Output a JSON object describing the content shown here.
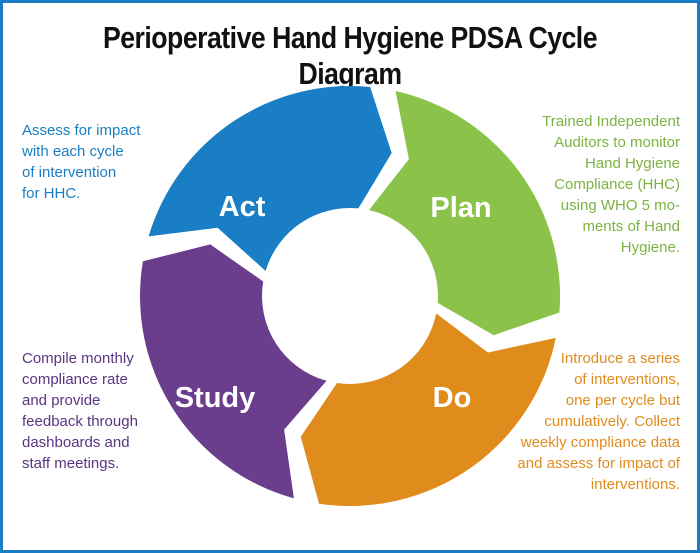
{
  "title": "Perioperative Hand Hygiene PDSA Cycle Diagram",
  "colors": {
    "border": "#1a7ec4",
    "act": "#1a7ec4",
    "plan": "#8bc34a",
    "do": "#e08c1c",
    "study": "#6a3e8c",
    "plan_text": "#7cb342",
    "study_text": "#5a3580"
  },
  "segments": {
    "act": "Act",
    "plan": "Plan",
    "study": "Study",
    "do": "Do"
  },
  "notes": {
    "act": [
      "Assess for impact",
      "with each cycle",
      "of intervention",
      "for HHC."
    ],
    "plan": [
      "Trained Independent",
      "Auditors to monitor",
      "Hand Hygiene",
      "Compliance (HHC)",
      "using WHO 5 mo-",
      "ments of Hand",
      "Hygiene."
    ],
    "study": [
      "Compile monthly",
      "compliance rate",
      "and provide",
      "feedback through",
      "dashboards and",
      "staff meetings."
    ],
    "do": [
      "Introduce a series",
      "of interventions,",
      "one per cycle but",
      "cumulatively. Collect",
      "weekly compliance data",
      "and assess for impact of",
      "interventions."
    ]
  }
}
